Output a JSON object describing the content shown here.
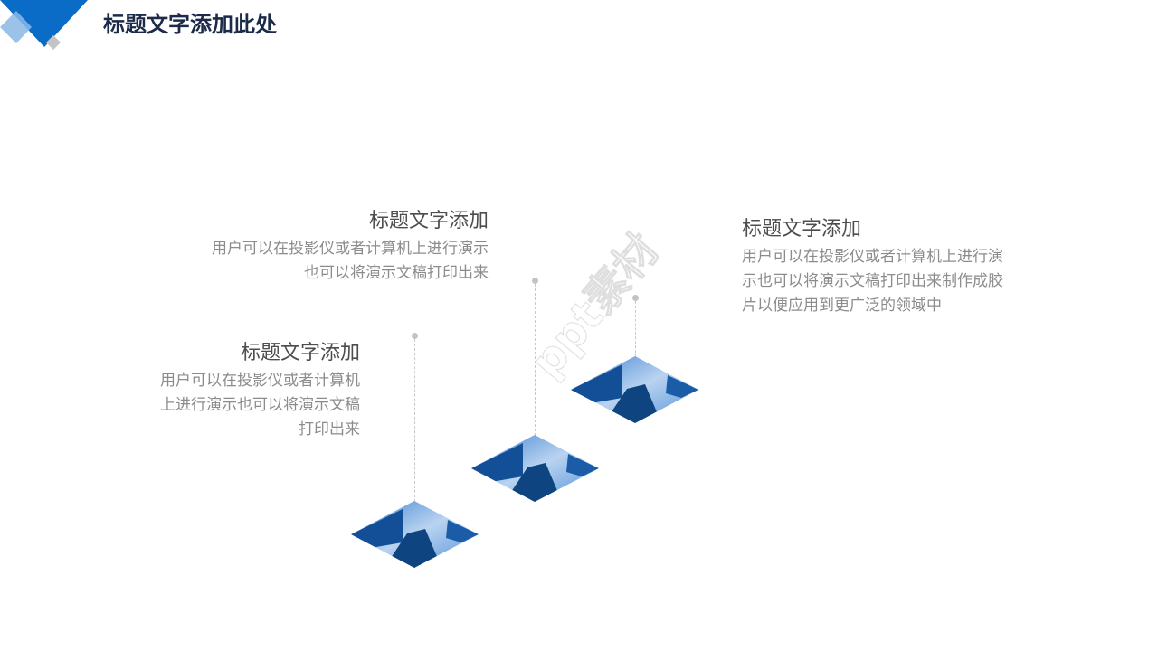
{
  "header": {
    "title": "标题文字添加此处",
    "colors": {
      "accent_blue": "#0a6cc6",
      "light_blue": "#8ab8e6",
      "grey": "#c4c4c4",
      "title": "#1c2b4a"
    }
  },
  "blocks": [
    {
      "title": "标题文字添加",
      "body_lines": [
        "用户可以在投影仪或者计算机上进行演示",
        "也可以将演示文稿打印出来"
      ]
    },
    {
      "title": "标题文字添加",
      "body_lines": [
        "用户可以在投影仪或者计算机",
        "上进行演示也可以将演示文稿",
        "打印出来"
      ]
    },
    {
      "title": "标题文字添加",
      "body_lines": [
        "用户可以在投影仪或者计算机上进行演",
        "示也可以将演示文稿打印出来制作成胶",
        "片以便应用到更广泛的领域中"
      ]
    }
  ],
  "watermark": "ppt素材"
}
